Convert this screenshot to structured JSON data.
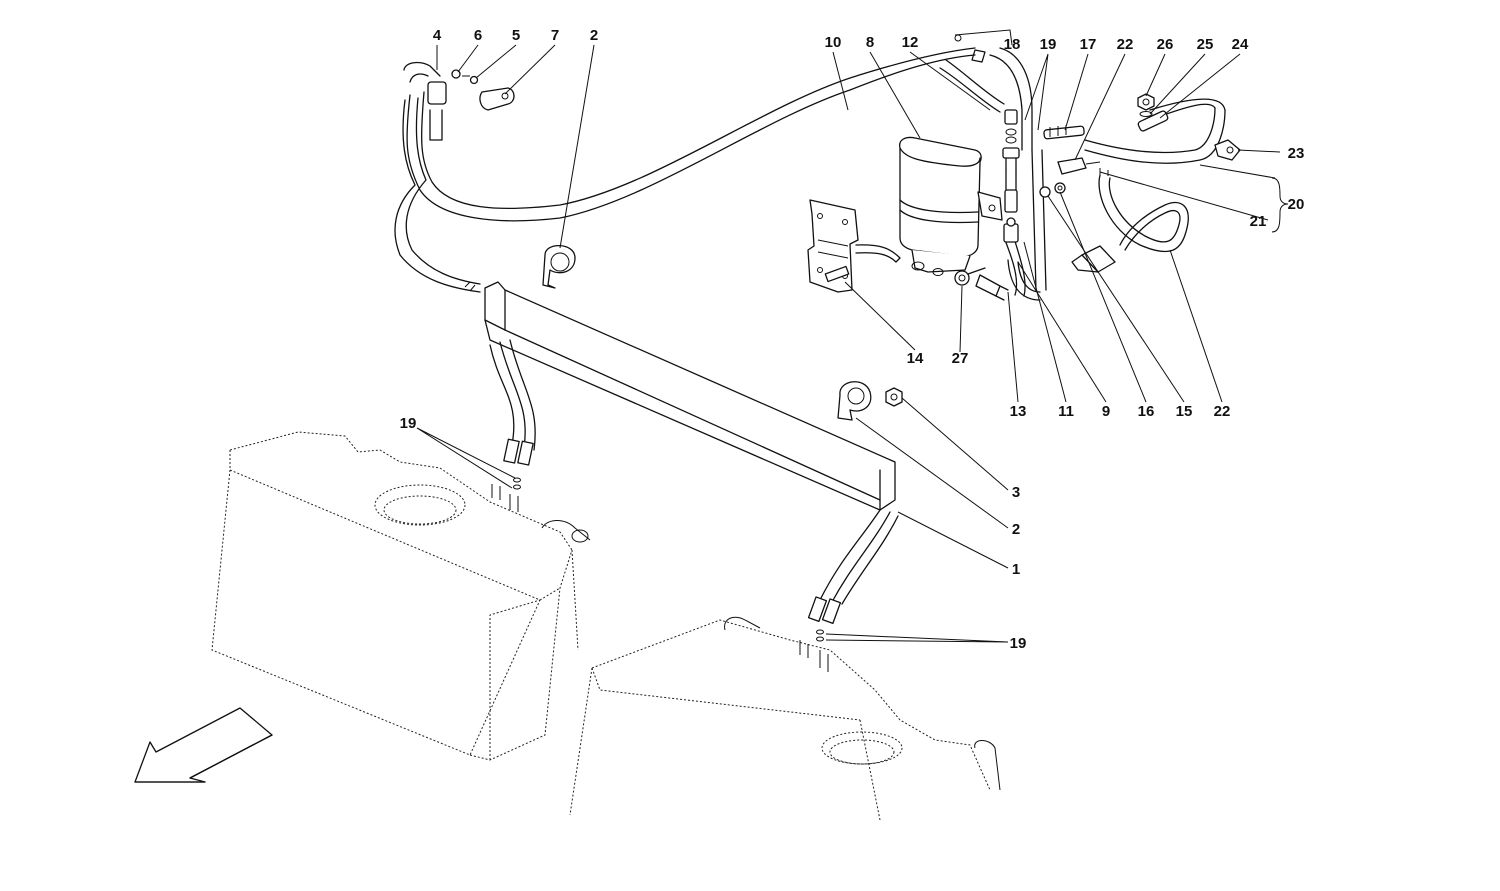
{
  "diagram": {
    "callouts": [
      {
        "label": "4"
      },
      {
        "label": "6"
      },
      {
        "label": "5"
      },
      {
        "label": "7"
      },
      {
        "label": "2"
      },
      {
        "label": "10"
      },
      {
        "label": "8"
      },
      {
        "label": "12"
      },
      {
        "label": "18"
      },
      {
        "label": "19"
      },
      {
        "label": "17"
      },
      {
        "label": "22"
      },
      {
        "label": "26"
      },
      {
        "label": "25"
      },
      {
        "label": "24"
      },
      {
        "label": "23"
      },
      {
        "label": "20"
      },
      {
        "label": "21"
      },
      {
        "label": "14"
      },
      {
        "label": "27"
      },
      {
        "label": "13"
      },
      {
        "label": "11"
      },
      {
        "label": "9"
      },
      {
        "label": "16"
      },
      {
        "label": "15"
      },
      {
        "label": "22"
      },
      {
        "label": "19"
      },
      {
        "label": "3"
      },
      {
        "label": "2"
      },
      {
        "label": "1"
      },
      {
        "label": "19"
      }
    ],
    "direction_arrow": "arrow-front-icon"
  }
}
